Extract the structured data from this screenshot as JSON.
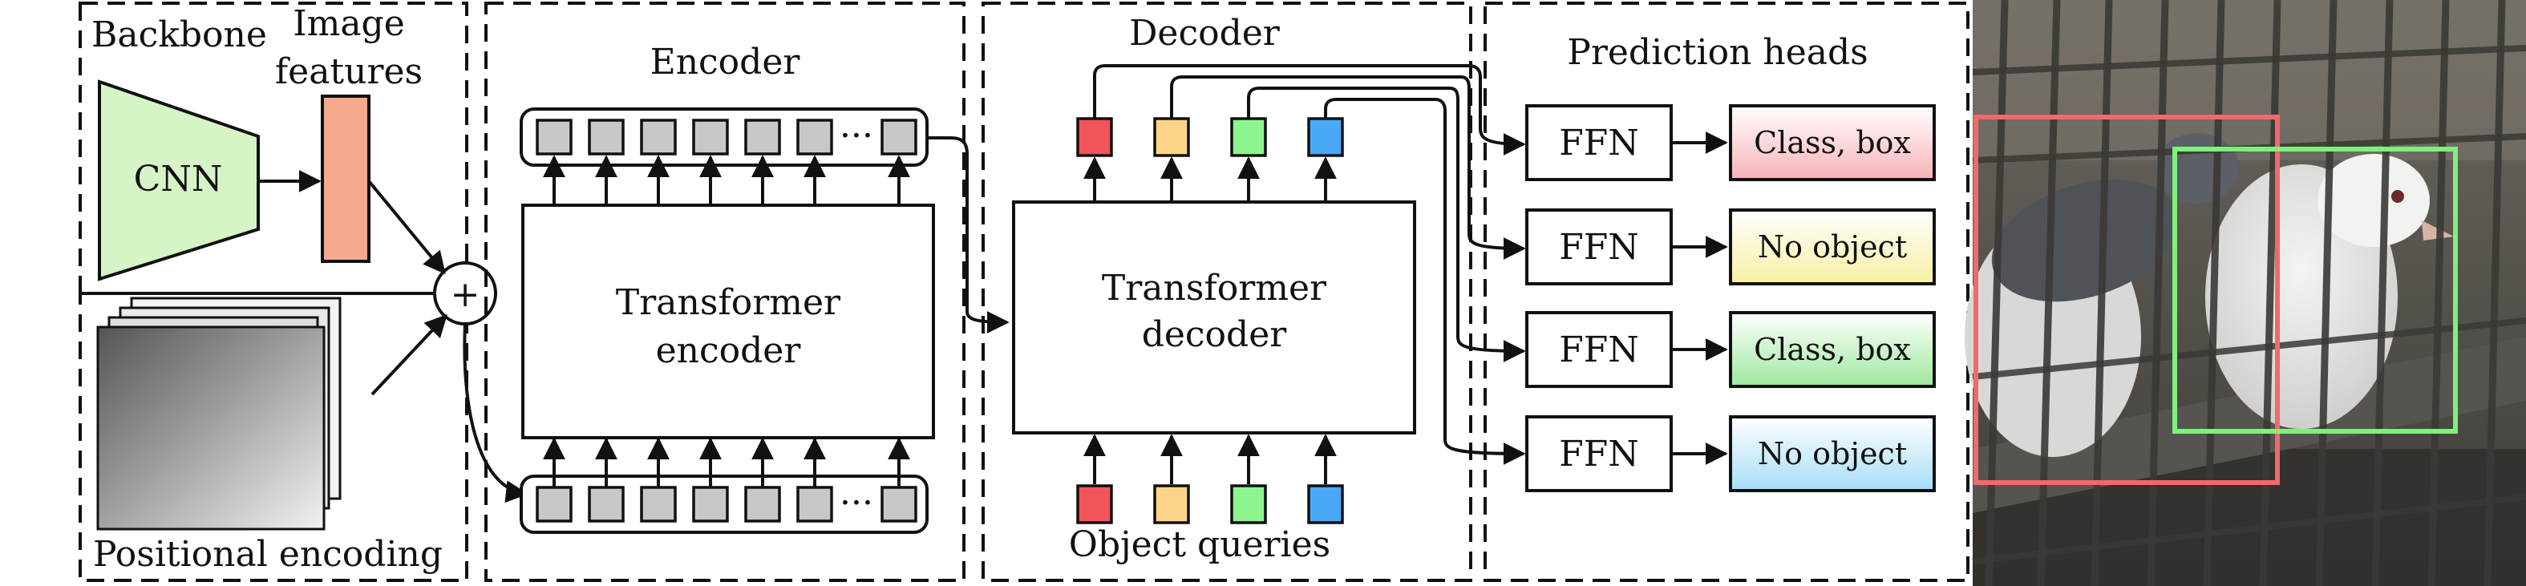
{
  "backbone": {
    "title": "Backbone",
    "image_features": [
      "Image",
      "features"
    ],
    "cnn": "CNN",
    "positional_encoding": "Positional encoding",
    "plus": "+"
  },
  "encoder": {
    "title": "Encoder",
    "block": [
      "Transformer",
      "encoder"
    ],
    "ellipsis": "···"
  },
  "decoder": {
    "title": "Decoder",
    "block": [
      "Transformer",
      "decoder"
    ],
    "queries_label": "Object queries"
  },
  "heads": {
    "title": "Prediction heads",
    "ffn": "FFN",
    "outputs": [
      "Class, box",
      "No object",
      "Class, box",
      "No object"
    ]
  },
  "colors": {
    "cnn_fill": "#d6f5c6",
    "features_fill": "#f7a98d",
    "token_fill": "#c8c8c8",
    "query_red": "#f2545b",
    "query_yellow": "#fcd58a",
    "query_green": "#8ef58e",
    "query_blue": "#4aa8f5",
    "out_red_top": "#ffffff",
    "out_red_bottom": "#f7b3b8",
    "out_yellow_bottom": "#f7f0a3",
    "out_green_bottom": "#9ee89e",
    "out_blue_bottom": "#a6ddf7",
    "det_box_red": "#f06a6a",
    "det_box_green": "#7ef07e"
  },
  "icons": [
    "arrow-icon",
    "plus-circle-icon"
  ]
}
